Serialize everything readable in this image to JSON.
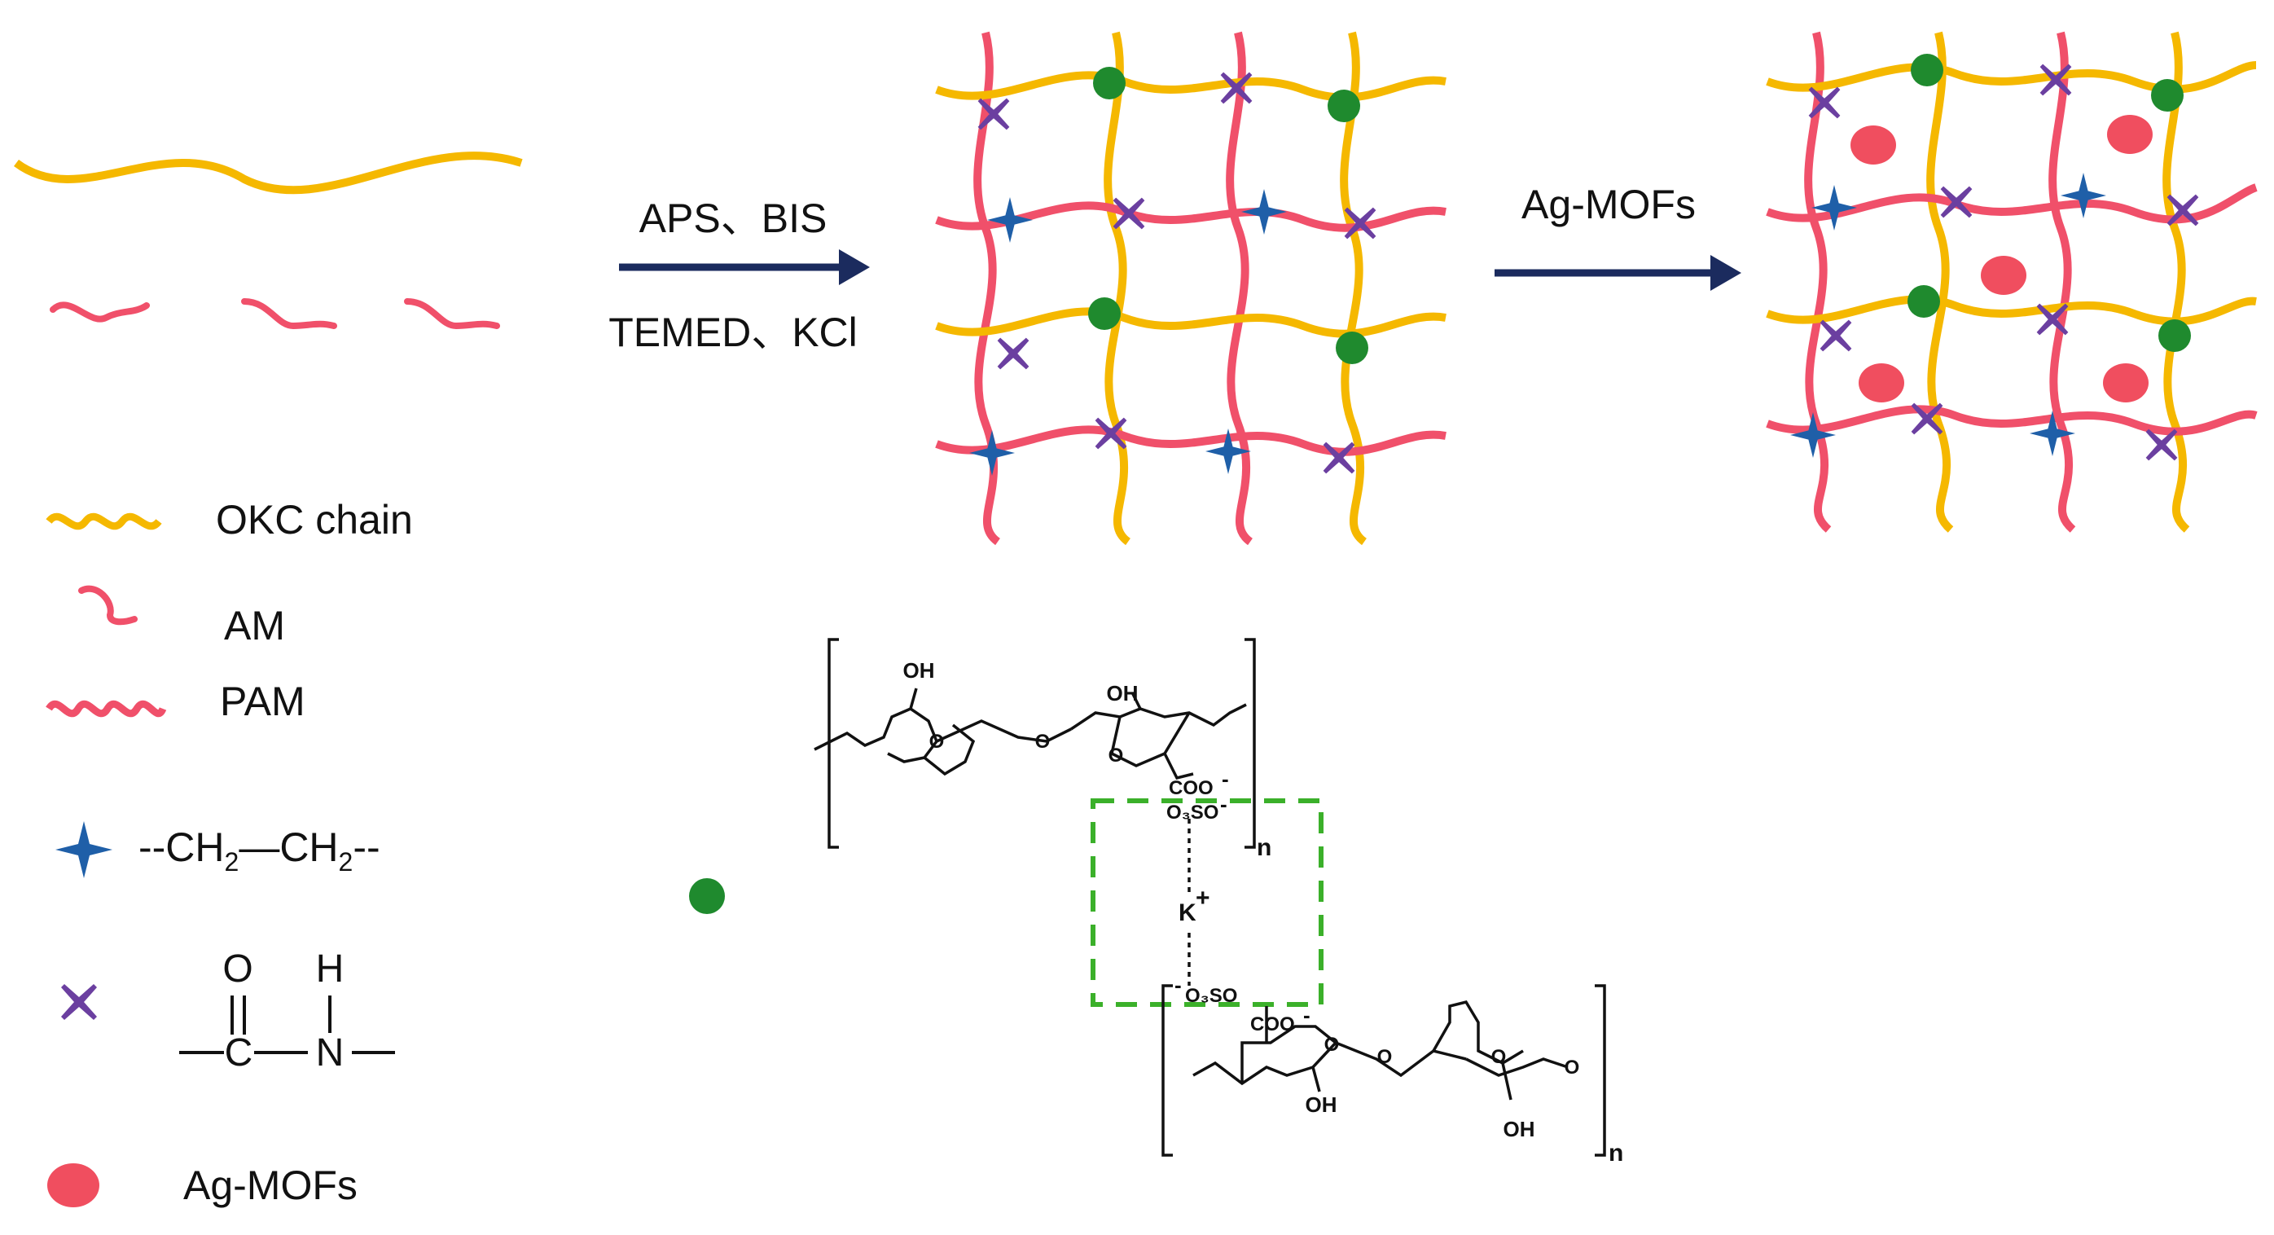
{
  "colors": {
    "okc": "#F5B800",
    "pam": "#F0506A",
    "star": "#1F5FA8",
    "cross": "#6B3FA0",
    "green_dot": "#1F8A2E",
    "ag_mof": "#F04E5F",
    "arrow": "#1B2B5E",
    "kplus_box": "#3BB02A"
  },
  "step1": {
    "line1": "APS、BIS",
    "line2": "TEMED、KCl"
  },
  "step2": {
    "label": "Ag-MOFs"
  },
  "legend": {
    "okc": "OKC chain",
    "am": "AM",
    "pam": "PAM",
    "star_pre": "--CH",
    "star_mid": "—CH",
    "star_sub": "2",
    "star_post": "--",
    "amide_o": "O",
    "amide_h": "H",
    "amide_c": "C",
    "amide_n": "N",
    "ag": "Ag-MOFs"
  },
  "chem": {
    "oh_top_left": "OH",
    "oh_top_right": "OH",
    "coo_top": "COO",
    "o3so_top": "O₃SO",
    "minus": "-",
    "n_top": "n",
    "kplus": "K",
    "plus": "+",
    "o3so_bottom": "O₃SO",
    "coo_bottom": "COO",
    "oh_bottom_left": "OH",
    "oh_bottom_right": "OH",
    "n_bottom": "n",
    "ring_o": "O"
  },
  "icons": [
    "star-crosslink-icon",
    "x-crosslink-icon",
    "green-dot-icon",
    "red-ellipse-icon",
    "arrow-right-icon"
  ]
}
